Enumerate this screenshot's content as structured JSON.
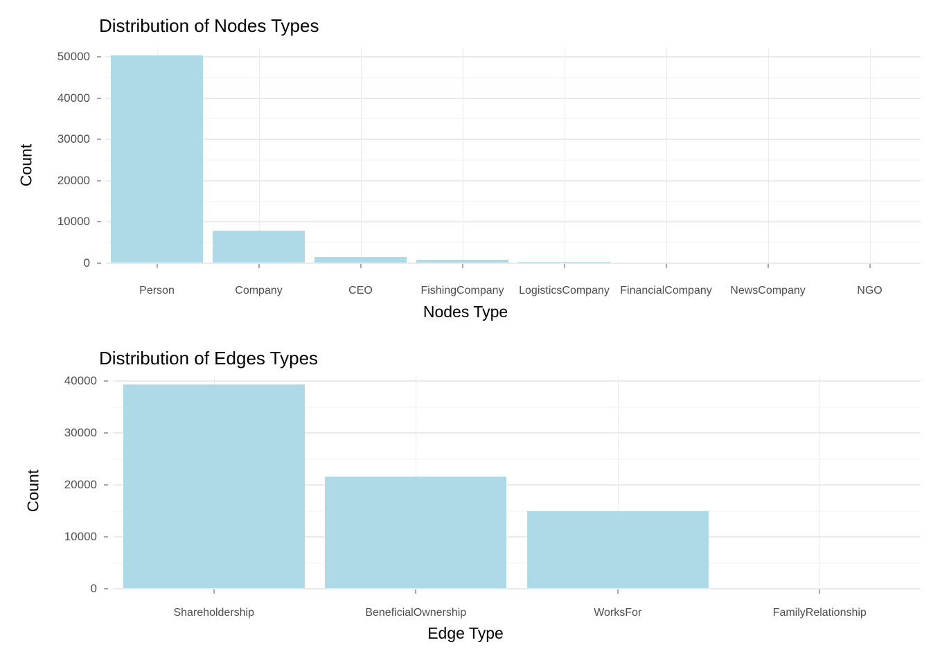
{
  "chart_data": [
    {
      "type": "bar",
      "id": "nodes",
      "title": "Distribution of Nodes Types",
      "xlabel": "Nodes Type",
      "ylabel": "Count",
      "categories": [
        "Person",
        "Company",
        "CEO",
        "FishingCompany",
        "LogisticsCompany",
        "FinancialCompany",
        "NewsCompany",
        "NGO"
      ],
      "values": [
        50300,
        7900,
        1500,
        800,
        400,
        60,
        40,
        30
      ],
      "ylim": [
        0,
        52000
      ],
      "yticks": [
        0,
        10000,
        20000,
        30000,
        40000,
        50000
      ],
      "ytick_labels": [
        "0",
        "10000",
        "20000",
        "30000",
        "40000",
        "50000"
      ],
      "grid": true,
      "legend": "none",
      "bar_color": "#aed9e6"
    },
    {
      "type": "bar",
      "id": "edges",
      "title": "Distribution of Edges Types",
      "xlabel": "Edge Type",
      "ylabel": "Count",
      "categories": [
        "Shareholdership",
        "BeneficialOwnership",
        "WorksFor",
        "FamilyRelationship"
      ],
      "values": [
        39400,
        21600,
        14900,
        60
      ],
      "ylim": [
        0,
        41000
      ],
      "yticks": [
        0,
        10000,
        20000,
        30000,
        40000
      ],
      "ytick_labels": [
        "0",
        "10000",
        "20000",
        "30000",
        "40000"
      ],
      "grid": true,
      "legend": "none",
      "bar_color": "#aed9e6"
    }
  ],
  "colors": {
    "bar": "#aed9e6",
    "grid_major": "#ebebeb",
    "grid_minor": "#f2f2f2",
    "tick_text": "#4d4d4d",
    "title_text": "#000000",
    "background": "#ffffff"
  }
}
